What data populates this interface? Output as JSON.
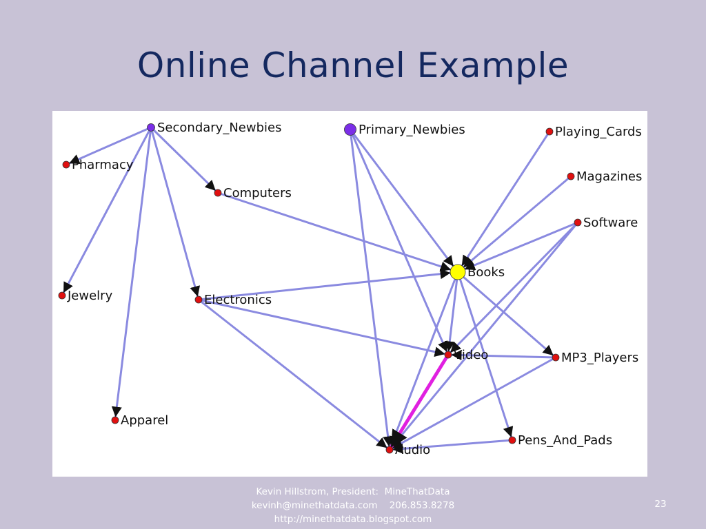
{
  "slide": {
    "title": "Online Channel Example",
    "footer_lines": [
      "Kevin Hillstrom, President:  MineThatData",
      "kevinh@minethatdata.com    206.853.8278",
      "http://minethatdata.blogspot.com"
    ],
    "page_number": "23"
  },
  "colors": {
    "background": "#c8c2d6",
    "title": "#14285f",
    "edge": "#8a8ae0",
    "highlight_edge": "#e020e0",
    "node_default": "#e01010",
    "node_entry": "#7b2ee8",
    "node_hub": "#ffff00"
  },
  "graph": {
    "nodes": [
      {
        "id": "secondary_newbies",
        "label": "Secondary_Newbies",
        "type": "entry"
      },
      {
        "id": "primary_newbies",
        "label": "Primary_Newbies",
        "type": "entry_large"
      },
      {
        "id": "playing_cards",
        "label": "Playing_Cards",
        "type": "default"
      },
      {
        "id": "pharmacy",
        "label": "Pharmacy",
        "type": "default"
      },
      {
        "id": "computers",
        "label": "Computers",
        "type": "default"
      },
      {
        "id": "magazines",
        "label": "Magazines",
        "type": "default"
      },
      {
        "id": "software",
        "label": "Software",
        "type": "default"
      },
      {
        "id": "books",
        "label": "Books",
        "type": "hub"
      },
      {
        "id": "jewelry",
        "label": "Jewelry",
        "type": "default"
      },
      {
        "id": "electronics",
        "label": "Electronics",
        "type": "default"
      },
      {
        "id": "video",
        "label": "Video",
        "type": "default"
      },
      {
        "id": "mp3_players",
        "label": "MP3_Players",
        "type": "default"
      },
      {
        "id": "apparel",
        "label": "Apparel",
        "type": "default"
      },
      {
        "id": "pens_and_pads",
        "label": "Pens_And_Pads",
        "type": "default"
      },
      {
        "id": "audio",
        "label": "Audio",
        "type": "default"
      }
    ],
    "edges": [
      {
        "from": "secondary_newbies",
        "to": "pharmacy"
      },
      {
        "from": "secondary_newbies",
        "to": "computers"
      },
      {
        "from": "secondary_newbies",
        "to": "jewelry"
      },
      {
        "from": "secondary_newbies",
        "to": "electronics"
      },
      {
        "from": "secondary_newbies",
        "to": "apparel"
      },
      {
        "from": "primary_newbies",
        "to": "books"
      },
      {
        "from": "primary_newbies",
        "to": "video"
      },
      {
        "from": "primary_newbies",
        "to": "audio"
      },
      {
        "from": "computers",
        "to": "books"
      },
      {
        "from": "playing_cards",
        "to": "books"
      },
      {
        "from": "magazines",
        "to": "books"
      },
      {
        "from": "software",
        "to": "books"
      },
      {
        "from": "electronics",
        "to": "books"
      },
      {
        "from": "electronics",
        "to": "video"
      },
      {
        "from": "electronics",
        "to": "audio"
      },
      {
        "from": "books",
        "to": "video"
      },
      {
        "from": "books",
        "to": "audio"
      },
      {
        "from": "books",
        "to": "mp3_players"
      },
      {
        "from": "books",
        "to": "pens_and_pads"
      },
      {
        "from": "software",
        "to": "video"
      },
      {
        "from": "software",
        "to": "audio"
      },
      {
        "from": "mp3_players",
        "to": "video"
      },
      {
        "from": "mp3_players",
        "to": "audio"
      },
      {
        "from": "pens_and_pads",
        "to": "audio"
      },
      {
        "from": "video",
        "to": "audio",
        "highlight": true
      }
    ]
  }
}
